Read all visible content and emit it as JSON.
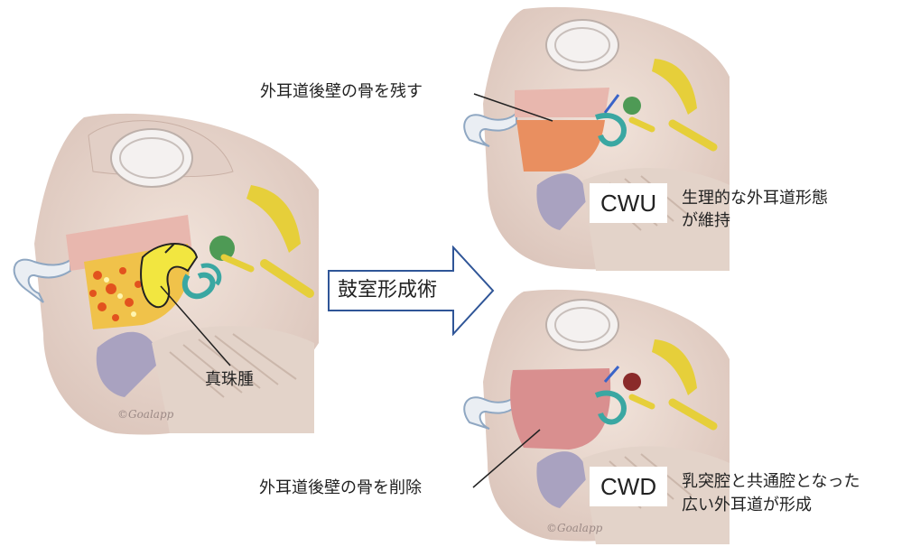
{
  "labels": {
    "cwu_callout": "外耳道後壁の骨を残す",
    "cwd_callout": "外耳道後壁の骨を削除",
    "cholesteatoma": "真珠腫",
    "procedure": "鼓室形成術",
    "cwu_title": "CWU",
    "cwu_desc_line1": "生理的な外耳道形態",
    "cwu_desc_line2": "が維持",
    "cwd_title": "CWD",
    "cwd_desc_line1": "乳突腔と共通腔となった",
    "cwd_desc_line2": "広い外耳道が形成"
  },
  "signature": "©Goalapp",
  "colors": {
    "background": "#ffffff",
    "arrow_fill": "#ffffff",
    "arrow_stroke": "#2f5597",
    "tissue": "#e9d9cf",
    "canal_cwu": "#e98f60",
    "canal_cwd": "#d98f8f",
    "cholesteatoma": "#f2e640",
    "cochlea": "#3aa7a2",
    "nerve": "#e6cf3a"
  }
}
